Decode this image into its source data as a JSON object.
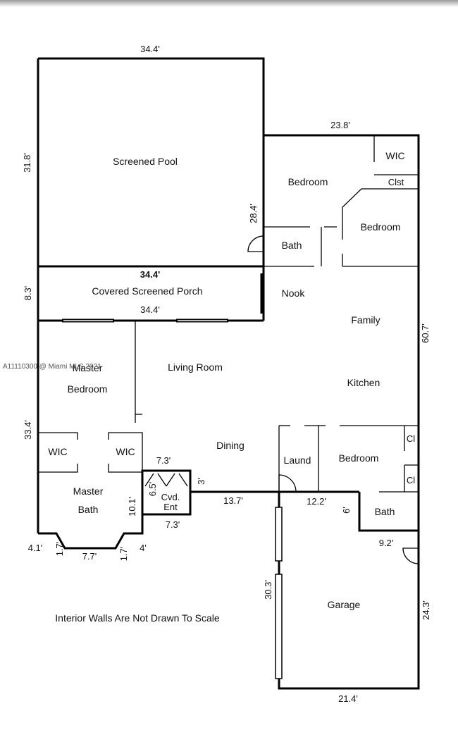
{
  "watermark": "A11110300 @ Miami MLS 2021",
  "note": "Interior Walls Are Not Drawn To Scale",
  "rooms": {
    "screened_pool": "Screened Pool",
    "covered_porch": "Covered Screened Porch",
    "bedroom_top_left": "Bedroom",
    "bedroom_top_right": "Bedroom",
    "bath_top": "Bath",
    "wic_top": "WIC",
    "clst": "Clst",
    "nook": "Nook",
    "family": "Family",
    "master_line1": "Master",
    "master_line2": "Bedroom",
    "living_room": "Living Room",
    "kitchen": "Kitchen",
    "dining": "Dining",
    "wic_left": "WIC",
    "wic_right": "WIC",
    "master_bath_line1": "Master",
    "master_bath_line2": "Bath",
    "cvd_line1": "Cvd.",
    "cvd_line2": "Ent",
    "laund": "Laund",
    "bedroom_lower": "Bedroom",
    "cl_top": "Cl",
    "cl_bottom": "Cl",
    "bath_lower": "Bath",
    "garage": "Garage"
  },
  "dimensions": {
    "pool_width": "34.4'",
    "pool_depth": "31.8'",
    "bedroom_wing_width": "23.8'",
    "bedroom_wing_depth": "28.4'",
    "porch_width_top": "34.4'",
    "porch_depth": "8.3'",
    "porch_width_bottom": "34.4'",
    "house_depth_right": "60.7'",
    "master_depth": "33.4'",
    "entry_width_top": "7.3'",
    "entry_depth": "6.5'",
    "entry_width_bottom": "7.3'",
    "entry_offset": "3'",
    "master_bath_depth": "10.1'",
    "front_wall": "13.7'",
    "laundry_span": "12.2'",
    "bath_step": "6'",
    "garage_step": "9.2'",
    "bay_left": "4.1'",
    "bay_side_left": "1.7'",
    "bay_center": "7.7'",
    "bay_side_right": "1.7'",
    "bay_right": "4'",
    "garage_depth_left": "30.3'",
    "garage_depth_right": "24.3'",
    "garage_width": "21.4'"
  }
}
